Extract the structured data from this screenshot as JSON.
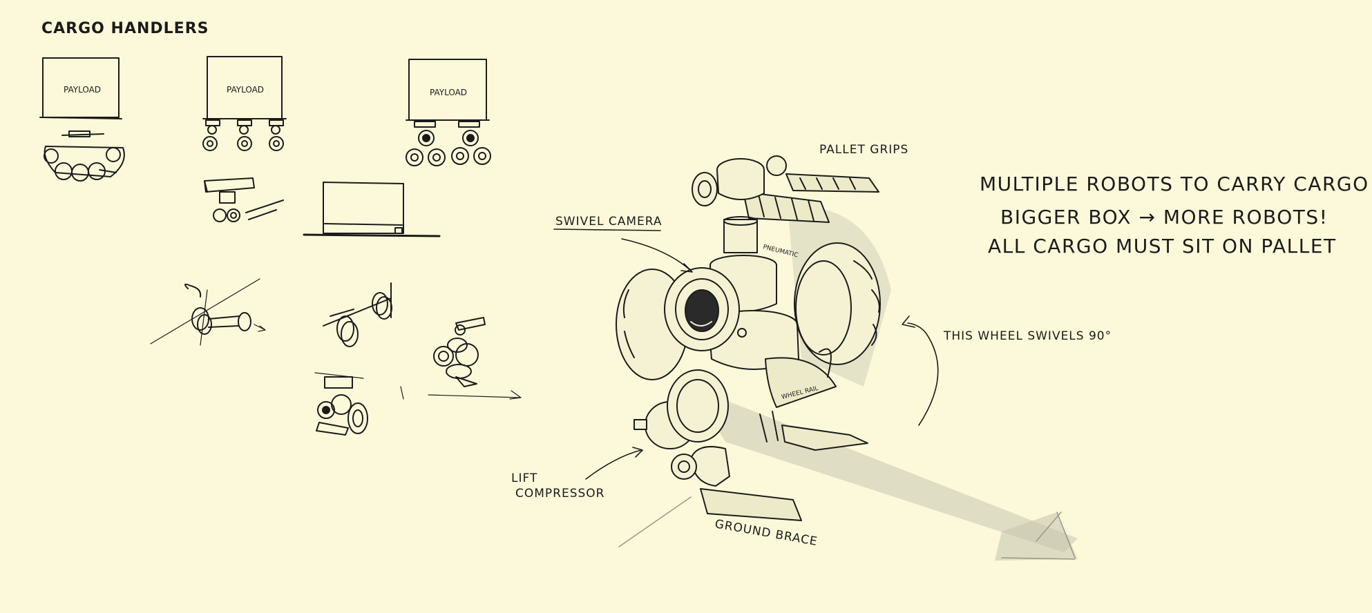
{
  "title": "CARGO HANDLERS",
  "payload_label": "PAYLOAD",
  "notes": {
    "line1": "MULTIPLE ROBOTS TO CARRY CARGO",
    "line2": "BIGGER BOX → MORE ROBOTS!",
    "line3": "ALL CARGO MUST SIT ON PALLET"
  },
  "callouts": {
    "pallet_grips": "PALLET GRIPS",
    "swivel_camera": "SWIVEL CAMERA",
    "wheel_swivel": "THIS WHEEL SWIVELS 90°",
    "lift_line1": "LIFT",
    "lift_line2": "COMPRESSOR",
    "ground_brace": "GROUND BRACE",
    "wheel_rail": "WHEEL RAIL",
    "pneumatic": "PNEUMATIC"
  },
  "colors": {
    "paper": "#fbf9d9",
    "ink": "#1b1b1b",
    "shadow": "#c9c7b2"
  }
}
